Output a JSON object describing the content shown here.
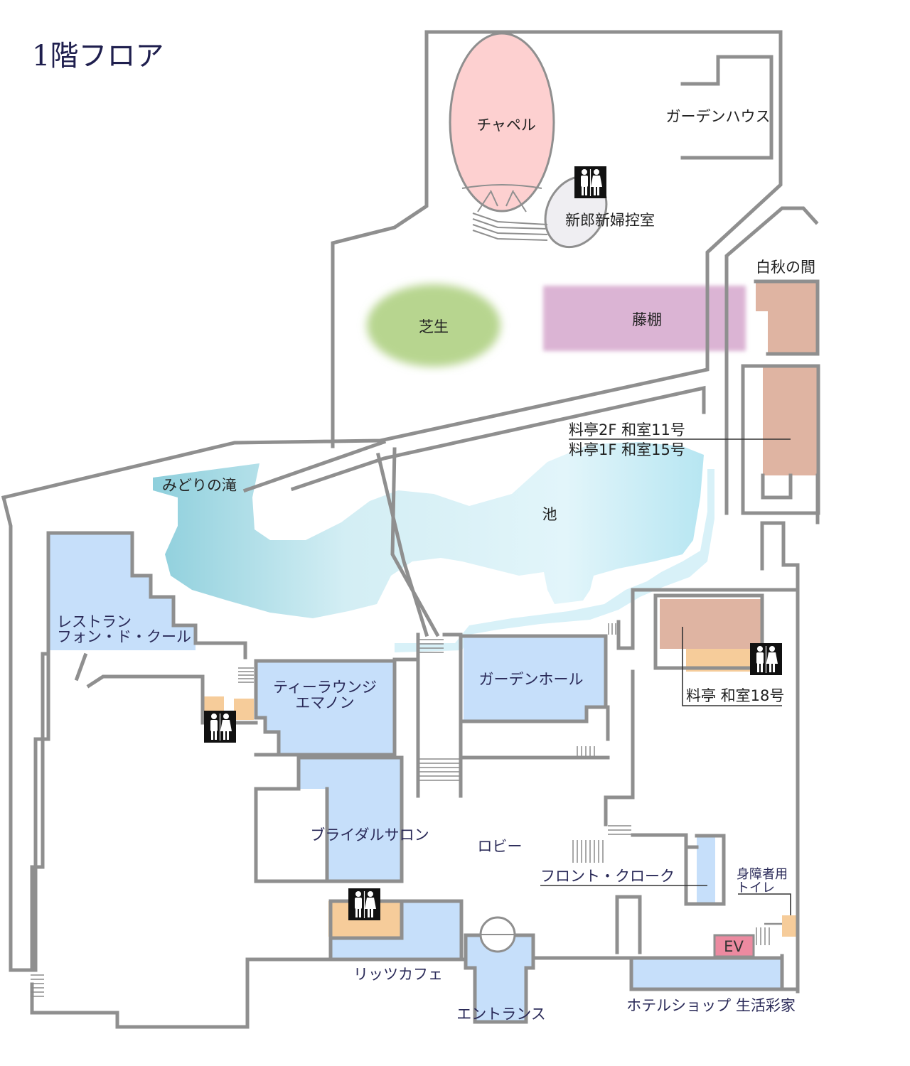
{
  "title": "1階フロア",
  "labels": {
    "chapel": "チャペル",
    "garden_house": "ガーデンハウス",
    "bridal_room": "新郎新婦控室",
    "hakushu": "白秋の間",
    "lawn": "芝生",
    "wisteria": "藤棚",
    "ryotei_2f": "料亭2F 和室11号",
    "ryotei_1f": "料亭1F 和室15号",
    "midori_falls": "みどりの滝",
    "pond": "池",
    "restaurant_line1": "レストラン",
    "restaurant_line2": "フォン・ド・クール",
    "tea_lounge_line1": "ティーラウンジ",
    "tea_lounge_line2": "エマノン",
    "garden_hall": "ガーデンホール",
    "ryotei_18": "料亭 和室18号",
    "bridal_salon": "ブライダルサロン",
    "lobby": "ロビー",
    "front_cloak": "フロント・クローク",
    "accessible_toilet_line1": "身障者用",
    "accessible_toilet_line2": "トイレ",
    "ritz_cafe": "リッツカフェ",
    "entrance": "エントランス",
    "ev": "EV",
    "hotel_shop": "ホテルショップ 生活彩家"
  },
  "icons": {
    "restroom": "restroom-icon"
  },
  "colors": {
    "chapel": "#fdd0d0",
    "lawn": "#b7d58f",
    "wisteria": "#dbb4d4",
    "japanese_room": "#dfb4a2",
    "room_blue": "#c6dffa",
    "restroom_orange": "#f6cc9a",
    "pond": "#a9dde8",
    "ev": "#ec8aa0",
    "title": "#1f1f4e"
  }
}
